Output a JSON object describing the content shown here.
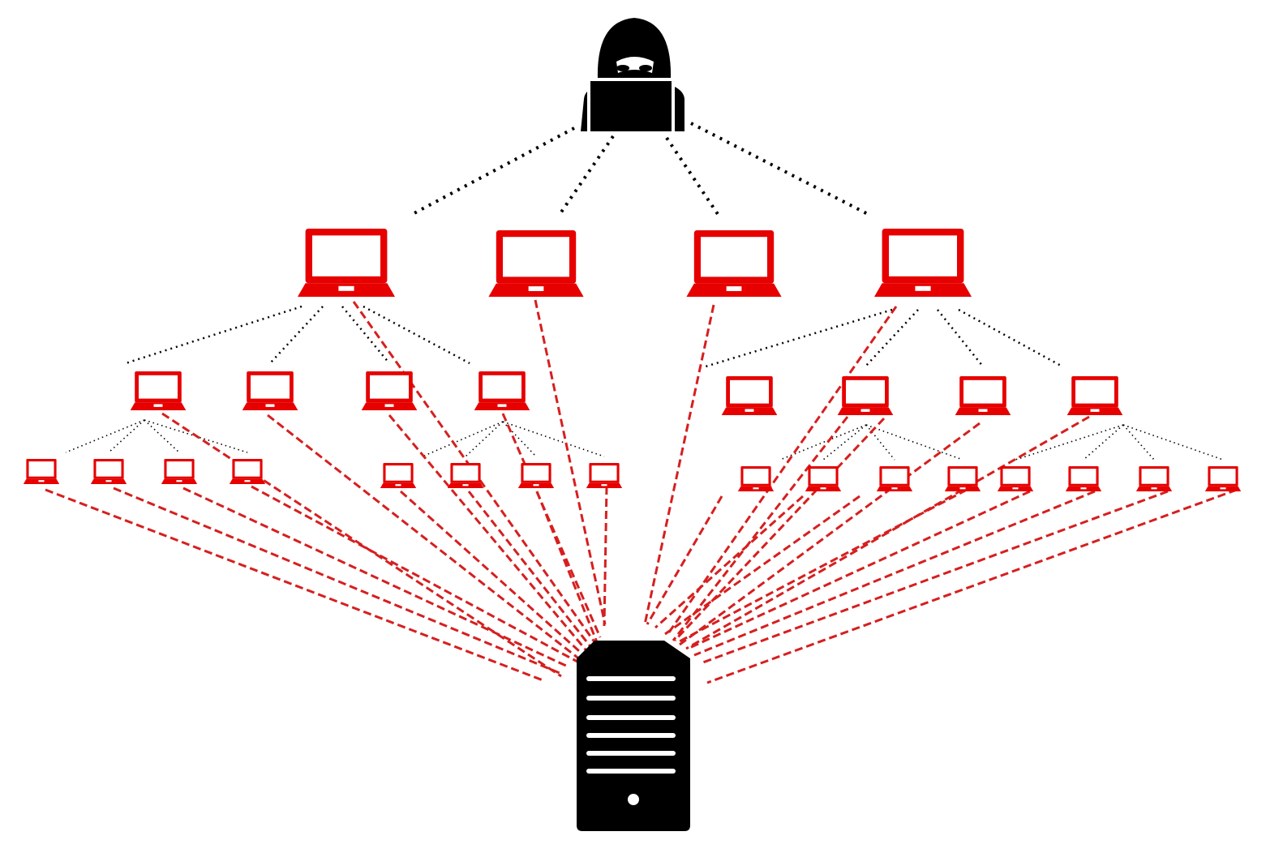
{
  "diagram": {
    "kind": "botnet-ddos-attack",
    "nodes": {
      "attacker": {
        "icon": "hacker-icon",
        "count": 1
      },
      "handlers": {
        "icon": "laptop-icon",
        "count": 4
      },
      "bots_level_2": {
        "icon": "laptop-icon",
        "count": 8
      },
      "bots_level_3": {
        "icon": "laptop-icon",
        "count": 16
      },
      "target": {
        "icon": "server-icon",
        "count": 1
      }
    },
    "links": {
      "control": {
        "style": "dotted",
        "meaning": "command-and-control"
      },
      "attack": {
        "style": "dashed",
        "meaning": "attack-traffic"
      }
    }
  },
  "colors": {
    "attacker": "#000000",
    "compromised": "#e60000",
    "attack_link": "#d61f1f",
    "control_link": "#000000",
    "target": "#000000",
    "background": "#ffffff"
  }
}
